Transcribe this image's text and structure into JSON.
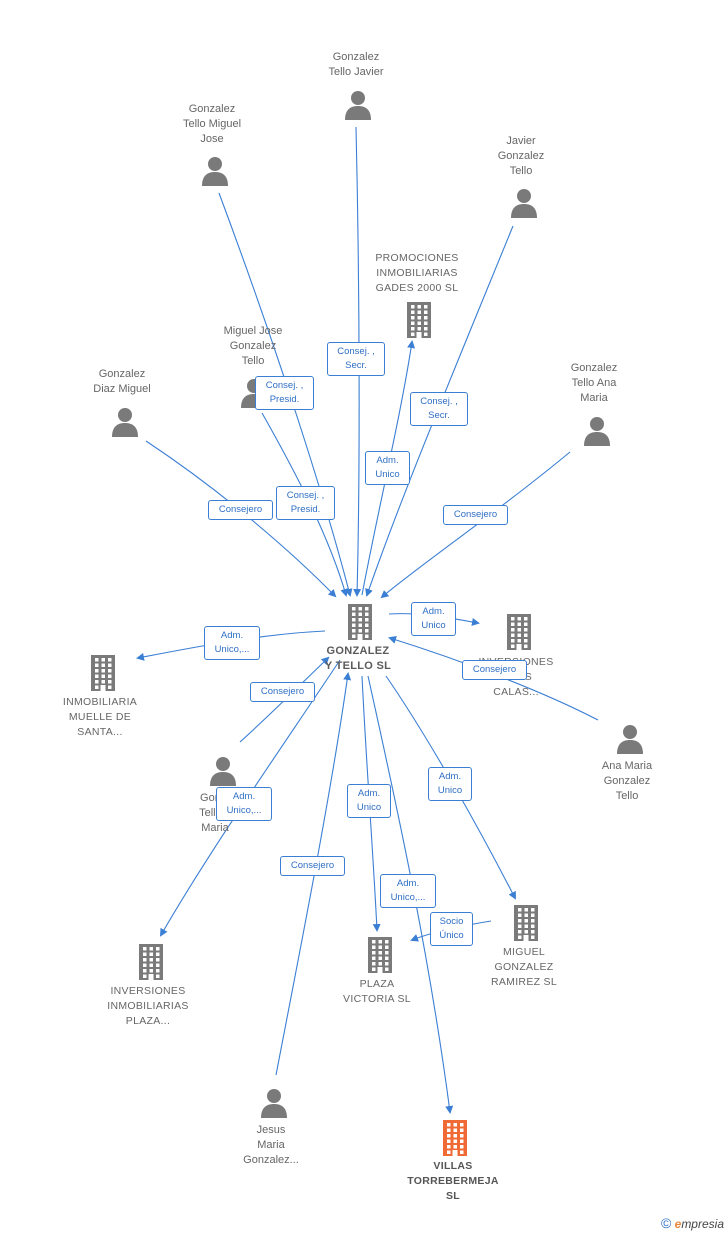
{
  "nodes": [
    {
      "id": "gtj",
      "type": "person",
      "label": [
        "Gonzalez",
        "Tello Javier"
      ]
    },
    {
      "id": "gtmj",
      "type": "person",
      "label": [
        "Gonzalez",
        "Tello Miguel",
        "Jose"
      ]
    },
    {
      "id": "jgt",
      "type": "person",
      "label": [
        "Javier",
        "Gonzalez",
        "Tello"
      ]
    },
    {
      "id": "pig",
      "type": "company",
      "label": [
        "PROMOCIONES",
        "INMOBILIARIAS",
        "GADES 2000 SL"
      ]
    },
    {
      "id": "mjgt",
      "type": "person",
      "label": [
        "Miguel Jose",
        "Gonzalez",
        "Tello"
      ]
    },
    {
      "id": "gdm",
      "type": "person",
      "label": [
        "Gonzalez",
        "Diaz Miguel"
      ]
    },
    {
      "id": "gtam",
      "type": "person",
      "label": [
        "Gonzalez",
        "Tello Ana",
        "Maria"
      ]
    },
    {
      "id": "gyt",
      "type": "company",
      "label": [
        "GONZALEZ",
        "Y TELLO SL"
      ]
    },
    {
      "id": "imp",
      "type": "company",
      "label": [
        "INMOBILIARIA",
        "MUELLE DE",
        "SANTA..."
      ]
    },
    {
      "id": "iv",
      "type": "company",
      "label": [
        "INVERSIONES",
        "...CAS",
        "CALAS..."
      ]
    },
    {
      "id": "amgt",
      "type": "person",
      "label": [
        "Ana Maria",
        "Gonzalez",
        "Tello"
      ]
    },
    {
      "id": "gtm",
      "type": "person",
      "label": [
        "Gon...",
        "Tello...",
        "Maria"
      ]
    },
    {
      "id": "iip",
      "type": "company",
      "label": [
        "INVERSIONES",
        "INMOBILIARIAS",
        "PLAZA..."
      ]
    },
    {
      "id": "pv",
      "type": "company",
      "label": [
        "PLAZA",
        "VICTORIA SL"
      ]
    },
    {
      "id": "mgr",
      "type": "company",
      "label": [
        "MIGUEL",
        "GONZALEZ",
        "RAMIREZ SL"
      ]
    },
    {
      "id": "jmg",
      "type": "person",
      "label": [
        "Jesus",
        "Maria",
        "Gonzalez..."
      ]
    },
    {
      "id": "vt",
      "type": "company",
      "label": [
        "VILLAS",
        "TORREBERMEJA",
        "SL"
      ],
      "highlight": true
    }
  ],
  "relations": [
    {
      "id": "r1",
      "lines": [
        "Consej. ,",
        "Secr."
      ]
    },
    {
      "id": "r2",
      "lines": [
        "Consej. ,",
        "Presid."
      ]
    },
    {
      "id": "r3",
      "lines": [
        "Consej. ,",
        "Secr."
      ]
    },
    {
      "id": "r4",
      "lines": [
        "Adm.",
        "Unico"
      ]
    },
    {
      "id": "r5",
      "lines": [
        "Consej. ,",
        "Presid."
      ]
    },
    {
      "id": "r6",
      "lines": [
        "Consejero"
      ]
    },
    {
      "id": "r7",
      "lines": [
        "Consejero"
      ]
    },
    {
      "id": "r8",
      "lines": [
        "Adm.",
        "Unico"
      ]
    },
    {
      "id": "r9",
      "lines": [
        "Adm.",
        "Unico,..."
      ]
    },
    {
      "id": "r10",
      "lines": [
        "Consejero"
      ]
    },
    {
      "id": "r11",
      "lines": [
        "Consejero"
      ]
    },
    {
      "id": "r12",
      "lines": [
        "Adm.",
        "Unico,..."
      ]
    },
    {
      "id": "r13",
      "lines": [
        "Adm.",
        "Unico"
      ]
    },
    {
      "id": "r14",
      "lines": [
        "Adm.",
        "Unico"
      ]
    },
    {
      "id": "r15",
      "lines": [
        "Consejero"
      ]
    },
    {
      "id": "r16",
      "lines": [
        "Adm.",
        "Unico,..."
      ]
    },
    {
      "id": "r17",
      "lines": [
        "Socio",
        "Único"
      ]
    }
  ],
  "colors": {
    "edge": "#3b7fd4",
    "icon": "#7a7a7a",
    "highlight": "#f06a35"
  },
  "brand": {
    "symbol": "©",
    "first": "e",
    "rest": "mpresia"
  }
}
